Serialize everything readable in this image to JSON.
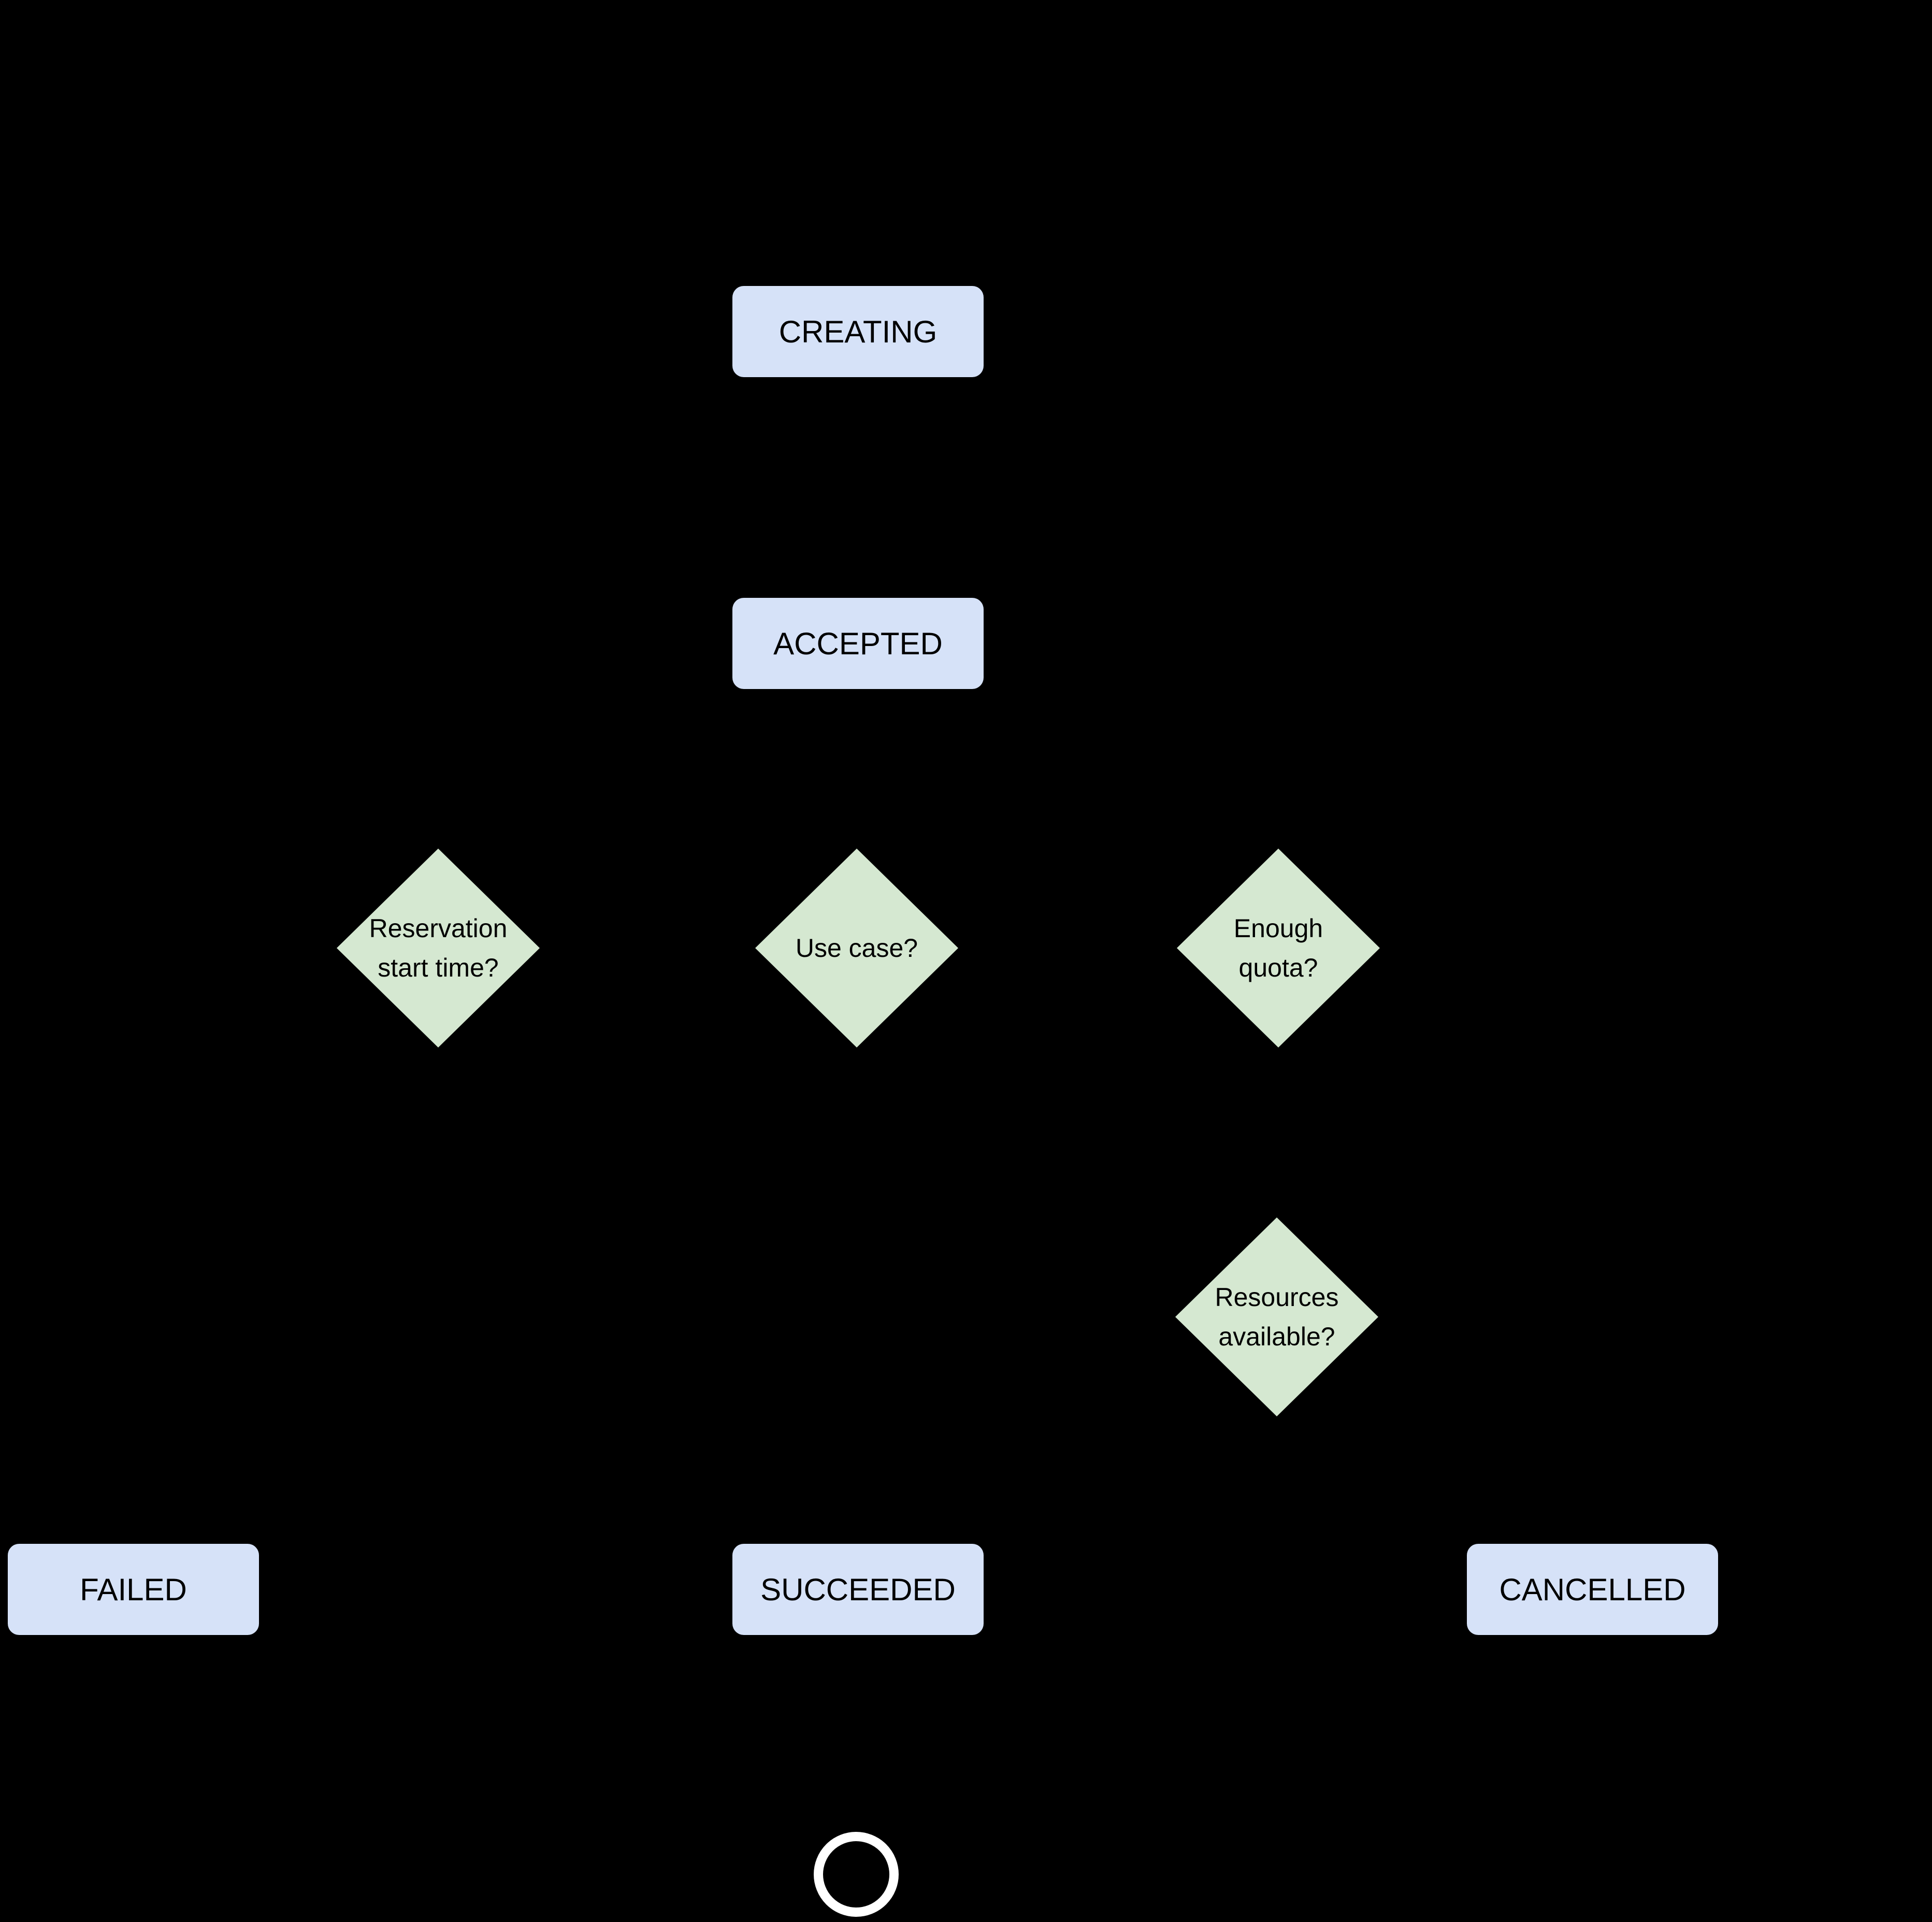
{
  "diagram": {
    "type": "flowchart",
    "background_color": "#000000",
    "colors": {
      "state_fill": "#d6e2f8",
      "decision_fill": "#d5e8d1",
      "node_text": "#000000",
      "end_ring": "#ffffff"
    },
    "states": {
      "creating": "CREATING",
      "accepted": "ACCEPTED",
      "failed": "FAILED",
      "succeeded": "SUCCEEDED",
      "cancelled": "CANCELLED"
    },
    "decisions": {
      "reservation_start_time": {
        "lines": [
          "Reservation",
          "start time?"
        ]
      },
      "use_case": {
        "lines": [
          "Use case?"
        ]
      },
      "enough_quota": {
        "lines": [
          "Enough",
          "quota?"
        ]
      },
      "resources_available": {
        "lines": [
          "Resources",
          "available?"
        ]
      }
    },
    "end_state": {
      "shape": "circle"
    }
  }
}
